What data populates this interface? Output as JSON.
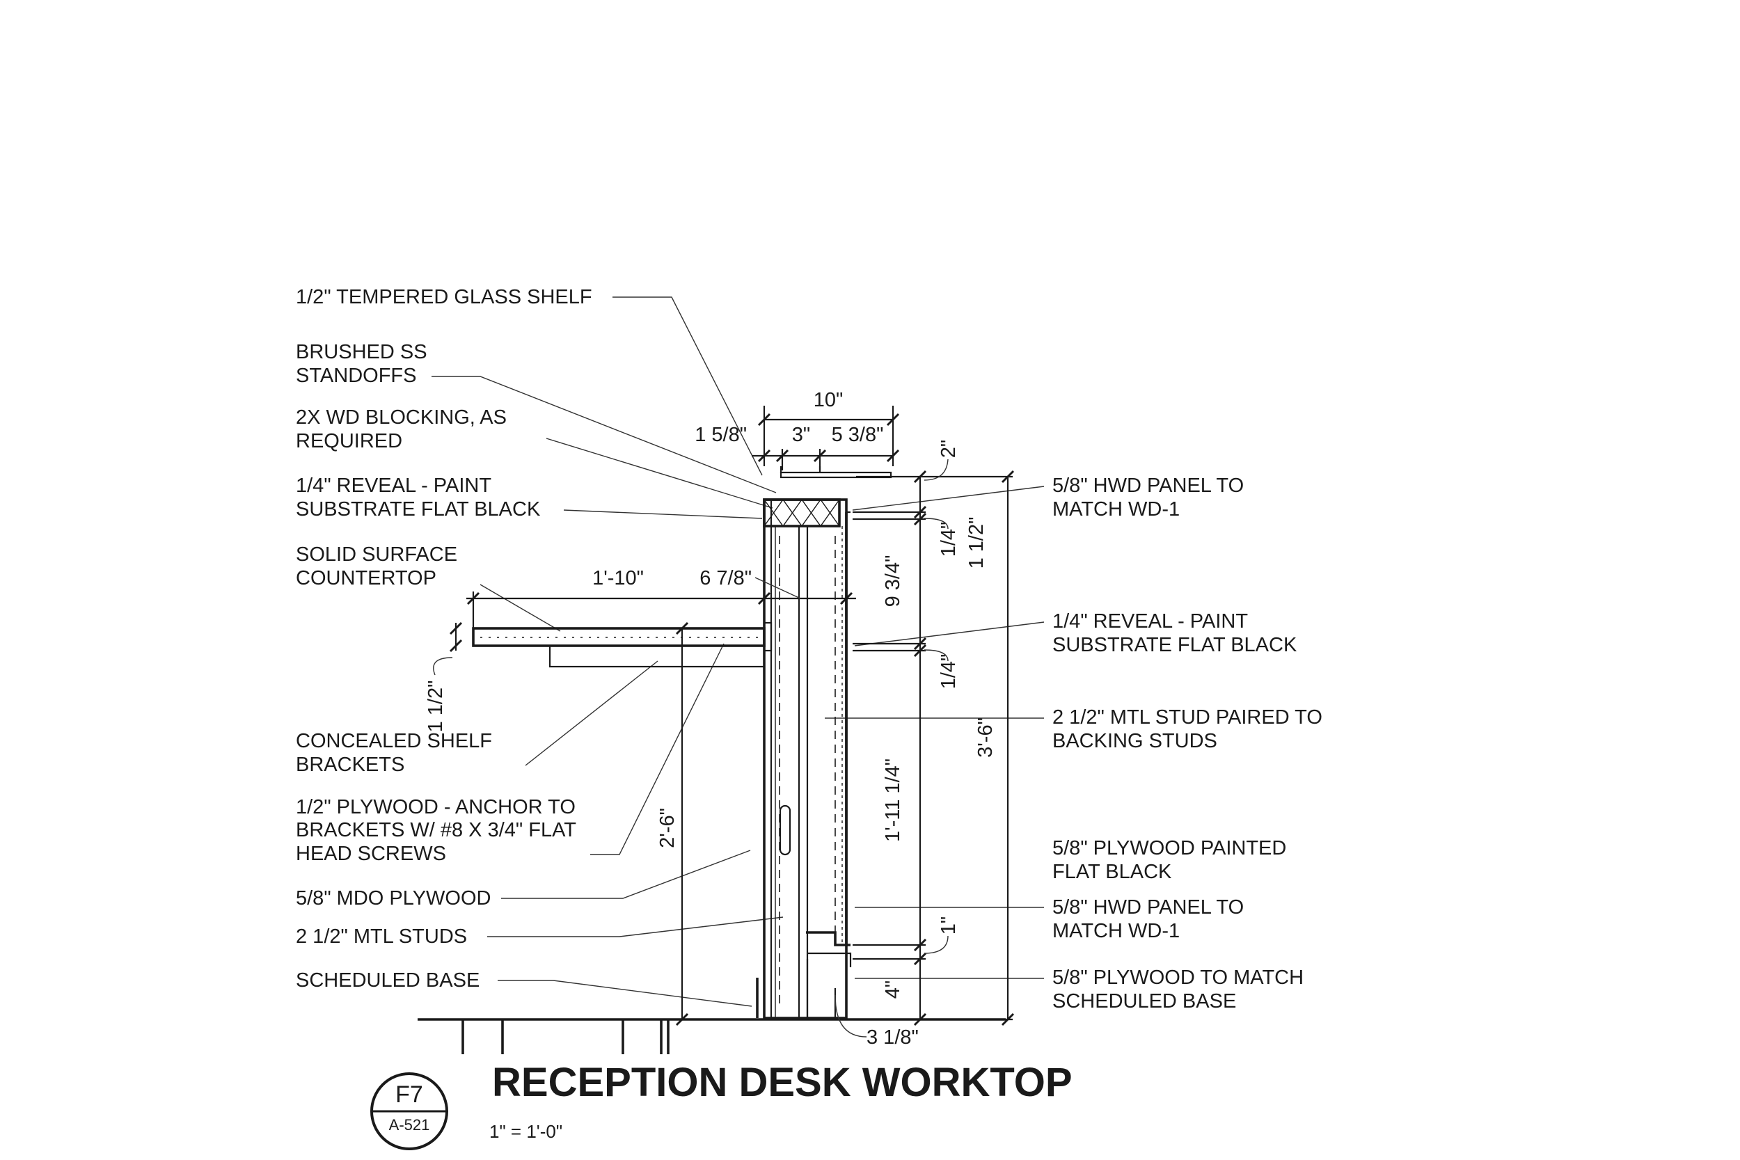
{
  "drawing": {
    "title": "RECEPTION DESK WORKTOP",
    "scale": "1\" = 1'-0\"",
    "tag": {
      "detail": "F7",
      "sheet": "A-521"
    }
  },
  "notes_left": [
    "1/2\" TEMPERED GLASS SHELF",
    "BRUSHED SS",
    "STANDOFFS",
    "2X WD BLOCKING, AS",
    "REQUIRED",
    "1/4\" REVEAL - PAINT",
    "SUBSTRATE FLAT BLACK",
    "SOLID SURFACE",
    "COUNTERTOP",
    "CONCEALED SHELF",
    "BRACKETS",
    "1/2\" PLYWOOD - ANCHOR TO",
    "BRACKETS W/ #8 X 3/4\" FLAT",
    "HEAD SCREWS",
    "5/8\" MDO PLYWOOD",
    "2 1/2\" MTL STUDS",
    "SCHEDULED BASE"
  ],
  "notes_right": [
    "5/8\" HWD PANEL TO",
    "MATCH WD-1",
    "1/4\" REVEAL - PAINT",
    "SUBSTRATE FLAT BLACK",
    "2 1/2\" MTL STUD PAIRED TO",
    "BACKING STUDS",
    "5/8\" PLYWOOD PAINTED",
    "FLAT BLACK",
    "5/8\" HWD PANEL TO",
    "MATCH WD-1",
    "5/8\" PLYWOOD TO MATCH",
    "SCHEDULED BASE"
  ],
  "dimensions": {
    "top_overall": "10\"",
    "top_a": "1 5/8\"",
    "top_b": "3\"",
    "top_c": "5 3/8\"",
    "counter_width": "1'-10\"",
    "counter_offset": "6 7/8\"",
    "counter_thick": "1 1/2\"",
    "counter_height": "2'-6\"",
    "r_top_2": "2\"",
    "r_quarter_1": "1/4\"",
    "r_one_half": "1 1/2\"",
    "r_nine": "9 3/4\"",
    "r_quarter_2": "1/4\"",
    "r_overall": "3'-6\"",
    "r_main": "1'-11 1/4\"",
    "r_one": "1\"",
    "r_four": "4\"",
    "base_depth": "3 1/8\""
  }
}
